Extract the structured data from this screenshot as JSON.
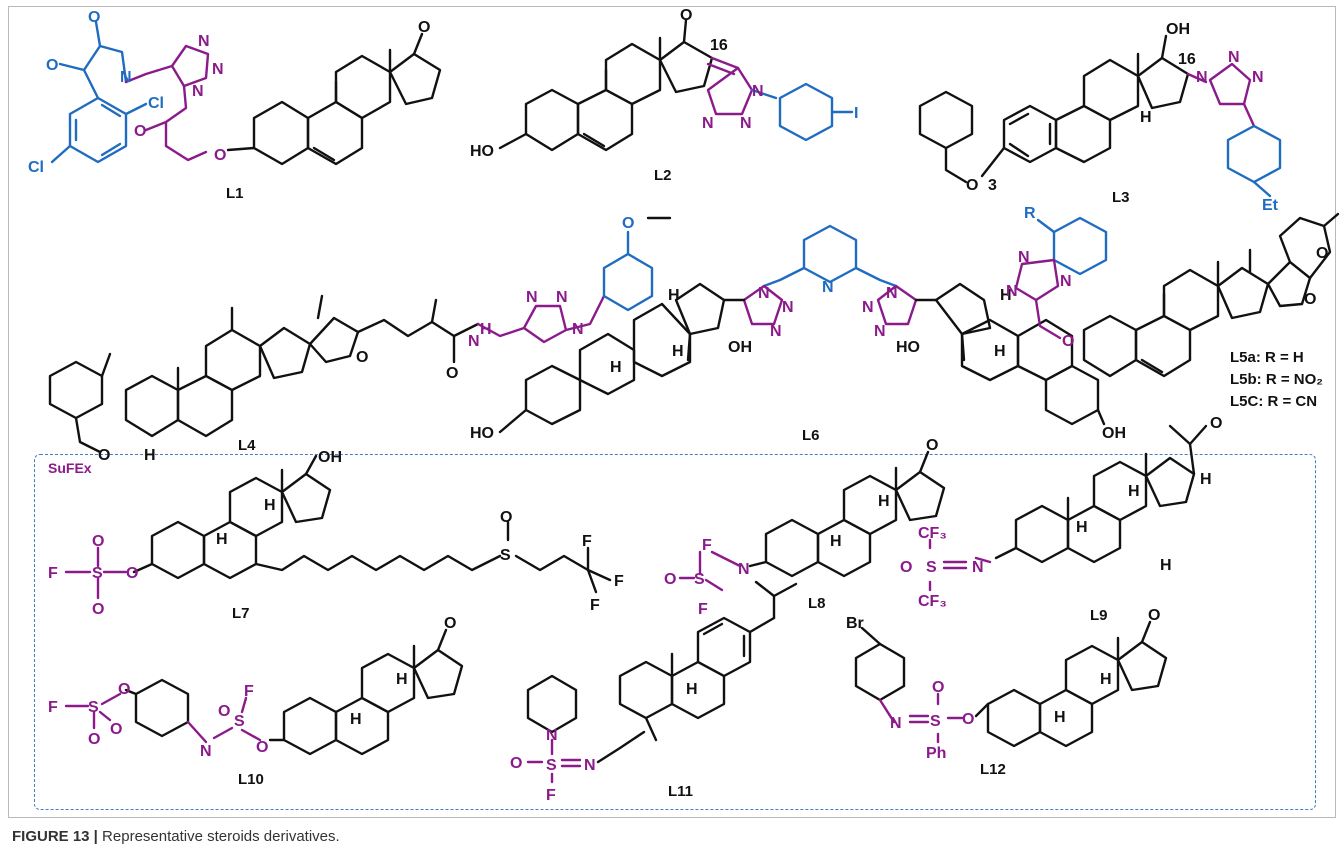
{
  "caption": {
    "figure": "FIGURE 13 |",
    "text": " Representative steroids derivatives."
  },
  "section": {
    "sufex": "SuFEx"
  },
  "labels": [
    "L1",
    "L2",
    "L3",
    "L4",
    "L6",
    "L7",
    "L8",
    "L9",
    "L10",
    "L11",
    "L12"
  ],
  "l5_variants": [
    "L5a: R = H",
    "L5b: R = NO₂",
    "L5C: R = CN"
  ],
  "atoms": {
    "o": "O",
    "n": "N",
    "cl": "Cl",
    "i": "I",
    "oh": "OH",
    "ho": "HO",
    "h": "H",
    "et": "Et",
    "f": "F",
    "s": "S",
    "cf3": "CF₃",
    "br": "Br",
    "ph": "Ph",
    "r": "R",
    "n16": "16",
    "n3": "3"
  },
  "colors": {
    "black": "#111111",
    "blue": "#1f6cc0",
    "magenta": "#8b1a8b",
    "dashed": "#3f7fc6"
  }
}
